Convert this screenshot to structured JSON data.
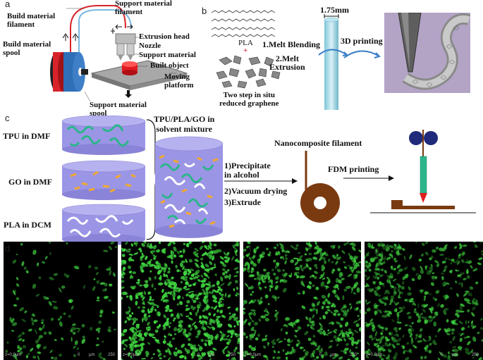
{
  "panels": {
    "a": {
      "letter": "a",
      "labels": {
        "build_filament": "Build material\nfilament",
        "build_spool": "Build material\nspool",
        "support_filament": "Support material\nfilament",
        "extrusion_head": "Extrusion head",
        "nozzle": "Nozzle",
        "support_material": "Support material",
        "built_object": "Built object",
        "moving_platform": "Moving\nplatform",
        "support_spool": "Support material\nspool"
      }
    },
    "b": {
      "letter": "b",
      "labels": {
        "pla": "PLA",
        "plus": "+",
        "reduced_graphene": "Two step in situ\nreduced graphene",
        "melt_blending": "1.Melt Blending",
        "melt_extrusion": "2.Melt\nExtrusion",
        "diameter": "1.75mm",
        "printing": "3D printing"
      }
    },
    "c": {
      "letter": "c",
      "labels": {
        "tpu_dmf": "TPU in DMF",
        "go_dmf": "GO in DMF",
        "pla_dcm": "PLA in DCM",
        "mixture": "TPU/PLA/GO in\nsolvent mixture",
        "step1": "1)Precipitate\nin alcohol",
        "step2": "2)Vacuum drying",
        "step3": "3)Extrude",
        "nanocomposite": "Nanocomposite filament",
        "fdm": "FDM printing"
      }
    },
    "micrographs": [
      {
        "letter": "d",
        "scale_left": "z=0.0µm",
        "scale_unit": "µm",
        "scale_zero": "0",
        "scale_max": "250"
      },
      {
        "letter": "e",
        "scale_left": "z=0.0µm",
        "scale_unit": "µm",
        "scale_zero": "0",
        "scale_max": "250"
      },
      {
        "letter": "f",
        "scale_left": "z=0.0µm",
        "scale_unit": "µm",
        "scale_zero": "0",
        "scale_max": "250"
      },
      {
        "letter": "g",
        "scale_left": "z=0.0µm",
        "scale_unit": "µm",
        "scale_zero": "0",
        "scale_max": "250"
      }
    ]
  },
  "colors": {
    "cell_green": "#3fd33f",
    "cylinder_purple": "#9b95e6",
    "tpu_green": "#2bb58a",
    "go_orange": "#f0a830",
    "pla_white": "#ffffff",
    "spool_brown": "#7a3a10",
    "red_spool": "#d8232a",
    "blue_spool": "#2f6fb8",
    "filament_cyan": "#9fd7e8",
    "render_bg": "#b3a4c6"
  }
}
